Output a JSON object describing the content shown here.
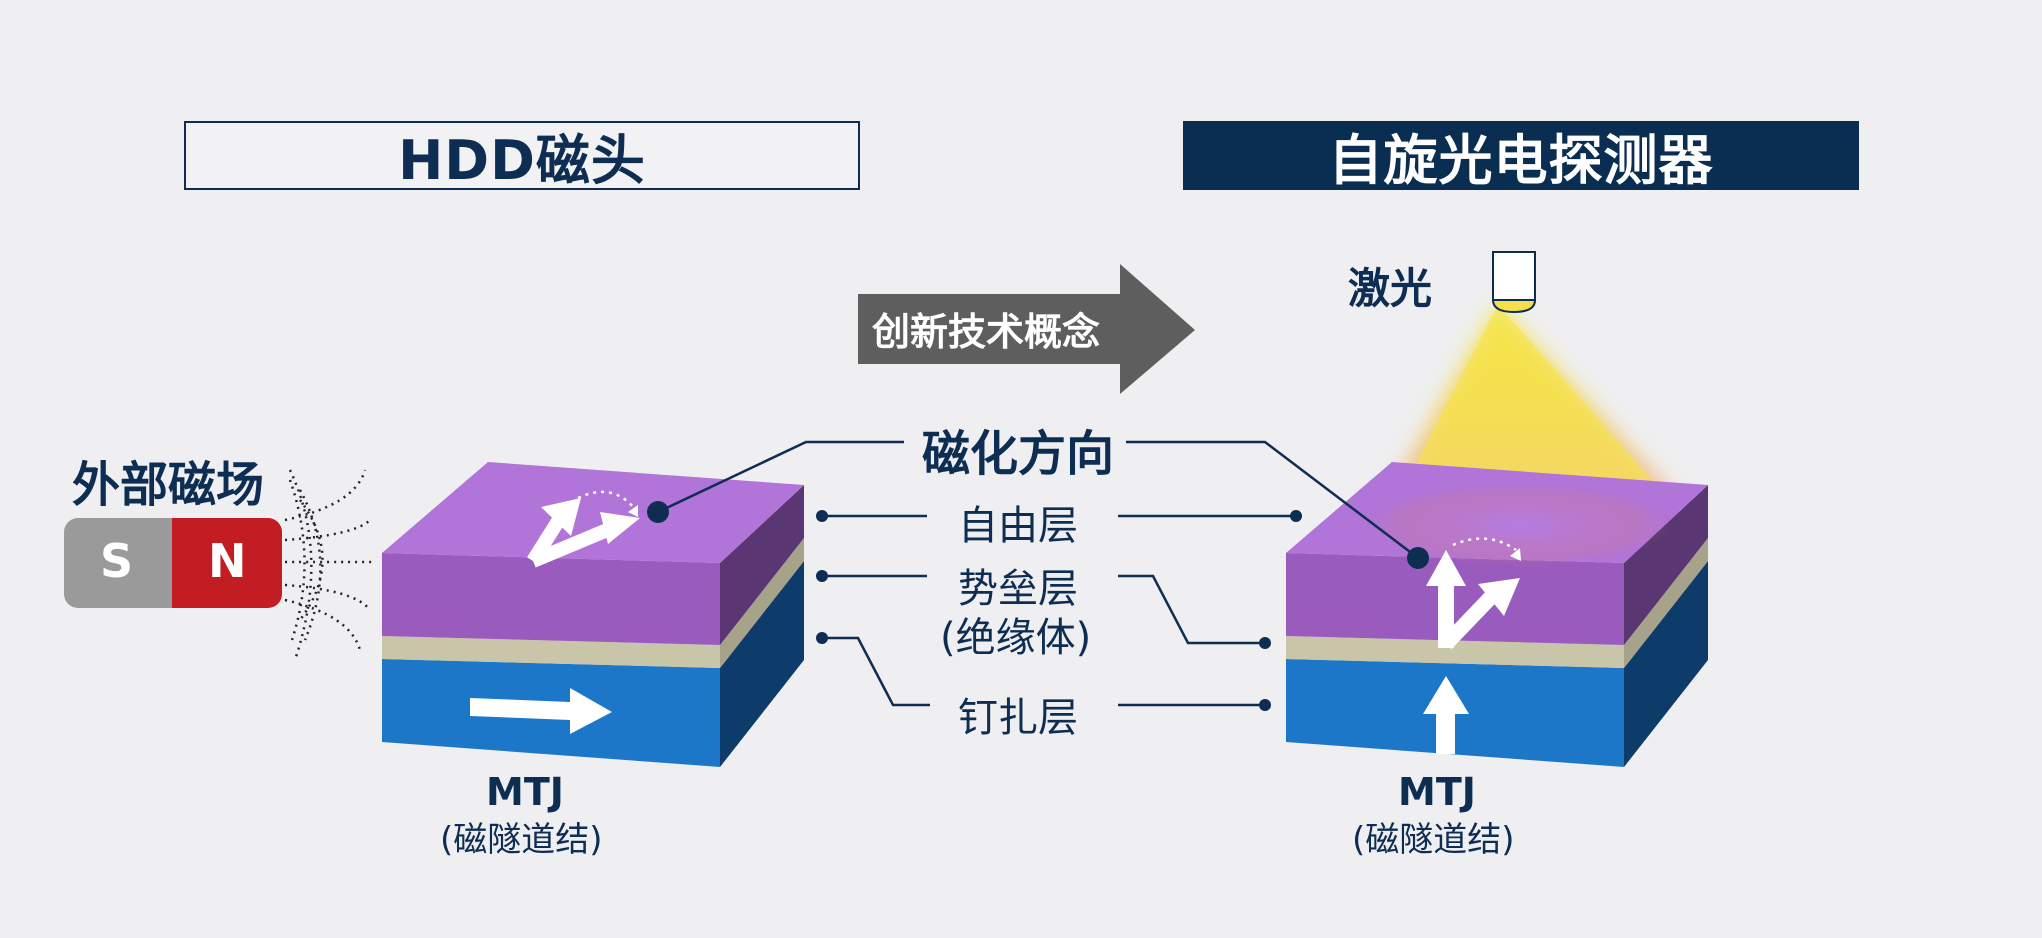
{
  "titles": {
    "hdd": "HDD磁头",
    "spin": "自旋光电探测器"
  },
  "arrow_label": "创新技术概念",
  "external_field": {
    "label": "外部磁场",
    "south": "S",
    "north": "N"
  },
  "laser_label": "激光",
  "magnetization_label": "磁化方向",
  "layers": {
    "free": "自由层",
    "barrier_line1": "势垒层",
    "barrier_line2": "(绝缘体)",
    "pinned": "钉扎层"
  },
  "mtj": {
    "name": "MTJ",
    "full": "(磁隧道结)"
  },
  "colors": {
    "navy": "#0e2d52",
    "free_layer": "#a668c4",
    "barrier_layer": "#c9c5a8",
    "pinned_layer": "#1c77c9",
    "magnet_south": "#9a9a9a",
    "magnet_north": "#c21d22",
    "concept_arrow": "#5e5e5e",
    "laser": "#f4e04a"
  }
}
